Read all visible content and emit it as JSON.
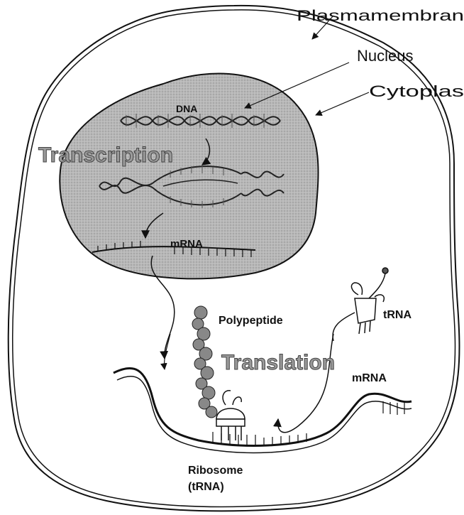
{
  "labels": {
    "plasma_membrane": "Plasmamembran",
    "nucleus": "Nucleus",
    "cytoplasm": "Cytoplas",
    "dna": "DNA",
    "transcription": "Transcription",
    "mrna_nucleus": "mRNA",
    "polypeptide": "Polypeptide",
    "trna": "tRNA",
    "translation": "Translation",
    "mrna_cytoplasm": "mRNA",
    "ribosome": "Ribosome",
    "ribosome_sub": "(tRNA)"
  },
  "colors": {
    "outline": "#111111",
    "nucleus_fill": "#b4b4b4",
    "process_text": "#9a9a9a"
  }
}
